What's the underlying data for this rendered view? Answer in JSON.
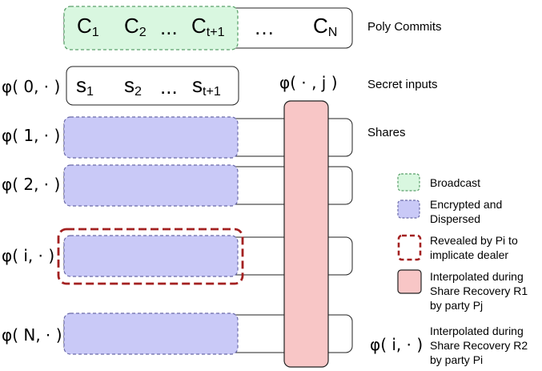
{
  "commits": {
    "c1": "C",
    "c1_sub": "1",
    "c2": "C",
    "c2_sub": "2",
    "dots": "...",
    "ct1": "C",
    "ct1_sub": "t+1",
    "dots2": "…",
    "cn": "C",
    "cn_sub": "N",
    "label": "Poly Commits"
  },
  "secrets": {
    "s1": "s",
    "s1_sub": "1",
    "s2": "s",
    "s2_sub": "2",
    "dots": "...",
    "st1": "s",
    "st1_sub": "t+1",
    "label": "Secret inputs"
  },
  "column_label": "φ( ⋅ , j )",
  "rows": {
    "r0": "φ( 0, ⋅ )",
    "r1": "φ( 1, ⋅ )",
    "r2": "φ( 2, ⋅ )",
    "ri": "φ(  i, ⋅ )",
    "rn": "φ( N, ⋅ )"
  },
  "shares_label": "Shares",
  "legend": {
    "broadcast": "Broadcast",
    "encrypted": "Encrypted and Dispersed",
    "revealed": "Revealed by Pi to implicate dealer",
    "interp1": "Interpolated during Share Recovery R1 by party Pj",
    "interp2_symbol": "φ( i, ⋅ )",
    "interp2": "Interpolated during Share Recovery R2 by party Pi"
  },
  "colors": {
    "green_fill": "#d9f7e0",
    "green_border": "#5aa06a",
    "blue_fill": "#c9c9f7",
    "blue_border": "#6a6aa8",
    "red_dash": "#a32020",
    "pink_fill": "#f8c6c6"
  }
}
